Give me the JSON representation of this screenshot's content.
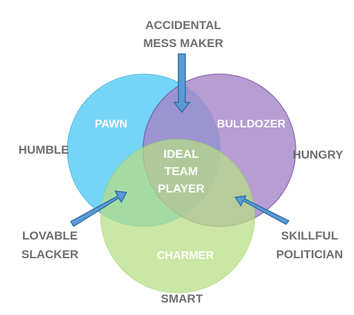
{
  "diagram": {
    "circles": [
      {
        "name": "pawn",
        "label": "PAWN",
        "fill": "#5fcdf6",
        "stroke": "#3aaee0"
      },
      {
        "name": "bulldozer",
        "label": "BULLDOZER",
        "fill": "#a585c8",
        "stroke": "#7b4fa6"
      },
      {
        "name": "charmer",
        "label": "CHARMER",
        "fill": "#b6df85",
        "stroke": "#9ccc62"
      }
    ],
    "center": {
      "lines": [
        "IDEAL",
        "TEAM",
        "PLAYER"
      ]
    },
    "outer_labels": {
      "humble": "HUMBLE",
      "hungry": "HUNGRY",
      "smart": "SMART"
    },
    "callouts": {
      "accidental_mess_maker": [
        "ACCIDENTAL",
        "MESS MAKER"
      ],
      "lovable_slacker": [
        "LOVABLE",
        "SLACKER"
      ],
      "skillful_politician": [
        "SKILLFUL",
        "POLITICIAN"
      ]
    },
    "colors": {
      "arrow_fill": "#5b9bd5",
      "arrow_stroke": "#2e6da4",
      "outer_text": "#6d6e71",
      "inner_text": "#ffffff"
    }
  }
}
